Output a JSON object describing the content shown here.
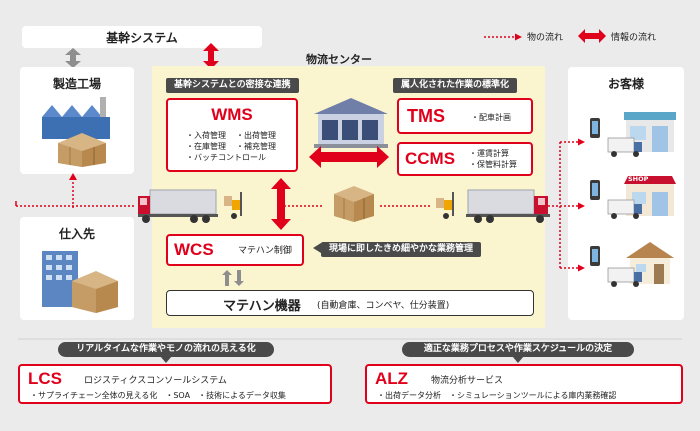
{
  "legend": {
    "goods_flow": "物の流れ",
    "info_flow": "情報の流れ"
  },
  "core_system": "基幹システム",
  "manufacturing": "製造工場",
  "supplier": "仕入先",
  "customer": "お客様",
  "distribution_center": "物流センター",
  "wms": {
    "tag": "基幹システムとの密接な連携",
    "title": "WMS",
    "items": [
      "・入荷管理",
      "・出荷管理",
      "・在庫管理",
      "・補充管理",
      "・バッチコントロール"
    ]
  },
  "tms": {
    "tag": "属人化された作業の標準化",
    "title": "TMS",
    "desc": "・配車計画"
  },
  "ccms": {
    "title": "CCMS",
    "items": [
      "・運賃計算",
      "・保管料計算"
    ]
  },
  "wcs": {
    "title": "WCS",
    "desc": "マテハン制御",
    "tag": "現場に即したきめ細やかな業務管理"
  },
  "matehan": {
    "title": "マテハン機器",
    "desc": "(自動倉庫、コンベヤ、仕分装置)"
  },
  "shop_sign": "SHOP",
  "lcs": {
    "tag": "リアルタイムな作業やモノの流れの見える化",
    "title": "LCS",
    "subtitle": "ロジスティクスコンソールシステム",
    "desc": "・サプライチェーン全体の見える化　・SOA　・技術によるデータ収集"
  },
  "alz": {
    "tag": "適正な業務プロセスや作業スケジュールの決定",
    "title": "ALZ",
    "subtitle": "物流分析サービス",
    "desc": "・出荷データ分析　・シミュレーションツールによる庫内業務確認"
  },
  "colors": {
    "red": "#e0001b",
    "dark": "#4a4a4a",
    "yellow": "#fbf5cf",
    "bg": "#ebebeb"
  }
}
